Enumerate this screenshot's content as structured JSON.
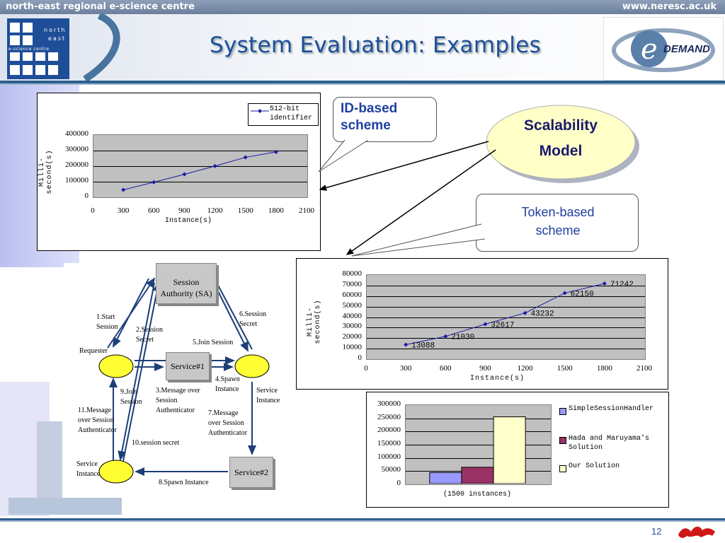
{
  "header": {
    "org_name": "north-east regional e-science centre",
    "website": "www.neresc.ac.uk",
    "logo_text": [
      "north",
      "east",
      "e-science centre"
    ],
    "edemand_label": "DEMAND",
    "title": "System Evaluation: Examples"
  },
  "callouts": {
    "id_based": "ID-based scheme",
    "scalability": "Scalability Model",
    "token_based": "Token-based scheme"
  },
  "diagram": {
    "sa_label": "Session Authority (SA)",
    "service1": "Service#1",
    "service2": "Service#2",
    "requester": "Requester",
    "service_instance_left": "Service Instance",
    "service_instance_right": "Service Instance",
    "labels": {
      "l1": "1.Start Session",
      "l2": "2.Session Secret",
      "l3": "3.Message over Session Authenticator",
      "l4": "4.Spawn Instance",
      "l5": "5.Join Session",
      "l6": "6.Session Secret",
      "l7": "7.Message over Session Authenticator",
      "l8": "8.Spawn Instance",
      "l9": "9.Join Session",
      "l10": "10.session secret",
      "l11": "11.Message over Session Authenticator"
    }
  },
  "footer": {
    "page_number": "12"
  },
  "colors": {
    "title": "#1f4e99",
    "line": "#1a1aa6",
    "bar1": "#9999ff",
    "bar2": "#993366",
    "bar3": "#ffffcc"
  },
  "chart_data": [
    {
      "type": "line",
      "id": "id-based",
      "x": [
        300,
        600,
        900,
        1200,
        1500,
        1800
      ],
      "series": [
        {
          "name": "512-bit identifier",
          "values": [
            43000,
            92000,
            143000,
            196000,
            252000,
            287000
          ]
        }
      ],
      "xlabel": "Instance(s)",
      "ylabel": "Milli-second(s)",
      "xlim": [
        0,
        2100
      ],
      "ylim": [
        0,
        400000
      ],
      "xticks": [
        "0",
        "300",
        "600",
        "900",
        "1200",
        "1500",
        "1800",
        "2100"
      ],
      "yticks": [
        "0",
        "100000",
        "200000",
        "300000",
        "400000"
      ],
      "legend": "top-right",
      "grid": true
    },
    {
      "type": "line",
      "id": "token-based",
      "x": [
        300,
        600,
        900,
        1200,
        1500,
        1800
      ],
      "series": [
        {
          "name": "",
          "values": [
            13088,
            21030,
            32617,
            43232,
            62150,
            71242
          ]
        }
      ],
      "data_labels": [
        "13088",
        "21030",
        "32617",
        "43232",
        "62150",
        "71242"
      ],
      "xlabel": "Instance(s)",
      "ylabel": "Milli-second(s)",
      "xlim": [
        0,
        2100
      ],
      "ylim": [
        0,
        80000
      ],
      "xticks": [
        "0",
        "300",
        "600",
        "900",
        "1200",
        "1500",
        "1800",
        "2100"
      ],
      "yticks": [
        "0",
        "10000",
        "20000",
        "30000",
        "40000",
        "50000",
        "60000",
        "70000",
        "80000"
      ],
      "grid": true
    },
    {
      "type": "bar",
      "id": "comparison",
      "categories": [
        "(1500 instances)"
      ],
      "series": [
        {
          "name": "SimpleSessionHandler",
          "values": [
            42000
          ]
        },
        {
          "name": "Hada and Maruyama's Solution",
          "values": [
            62000
          ]
        },
        {
          "name": "Our Solution",
          "values": [
            253000
          ]
        }
      ],
      "ylim": [
        0,
        300000
      ],
      "yticks": [
        "0",
        "50000",
        "100000",
        "150000",
        "200000",
        "250000",
        "300000"
      ],
      "legend": "right",
      "grid": true
    }
  ]
}
